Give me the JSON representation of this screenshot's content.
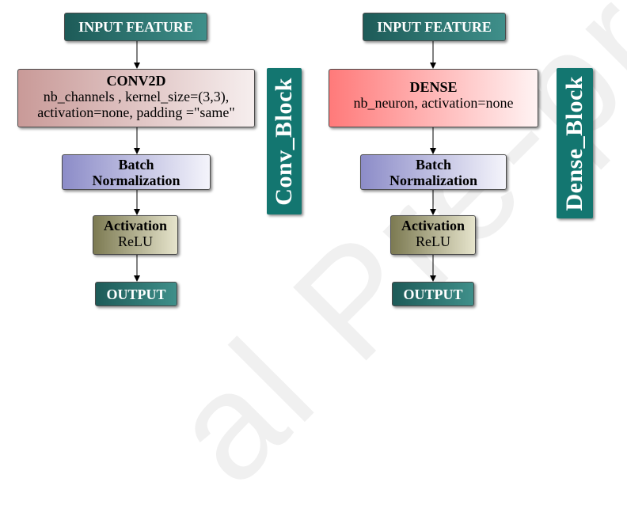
{
  "watermark": "al Pre-pro",
  "conv_block": {
    "input_label": "INPUT FEATURE",
    "layer": {
      "title": "CONV2D",
      "line1": "nb_channels , kernel_size=(3,3),",
      "line2": "activation=none, padding =\"same\""
    },
    "batchnorm": {
      "line1": "Batch",
      "line2": "Normalization"
    },
    "activation": {
      "title": "Activation",
      "value": "ReLU"
    },
    "output_label": "OUTPUT",
    "block_label": "Conv_Block"
  },
  "dense_block": {
    "input_label": "INPUT FEATURE",
    "layer": {
      "title": "DENSE",
      "line1": "nb_neuron, activation=none"
    },
    "batchnorm": {
      "line1": "Batch",
      "line2": "Normalization"
    },
    "activation": {
      "title": "Activation",
      "value": "ReLU"
    },
    "output_label": "OUTPUT",
    "block_label": "Dense_Block"
  },
  "colors": {
    "teal": "#1d5b58",
    "block_label_bg": "#137670",
    "conv_fill": "#c99a98",
    "dense_fill": "#ff7a7a",
    "batchnorm_fill": "#8c8cc8",
    "activation_fill": "#7c7a52"
  }
}
